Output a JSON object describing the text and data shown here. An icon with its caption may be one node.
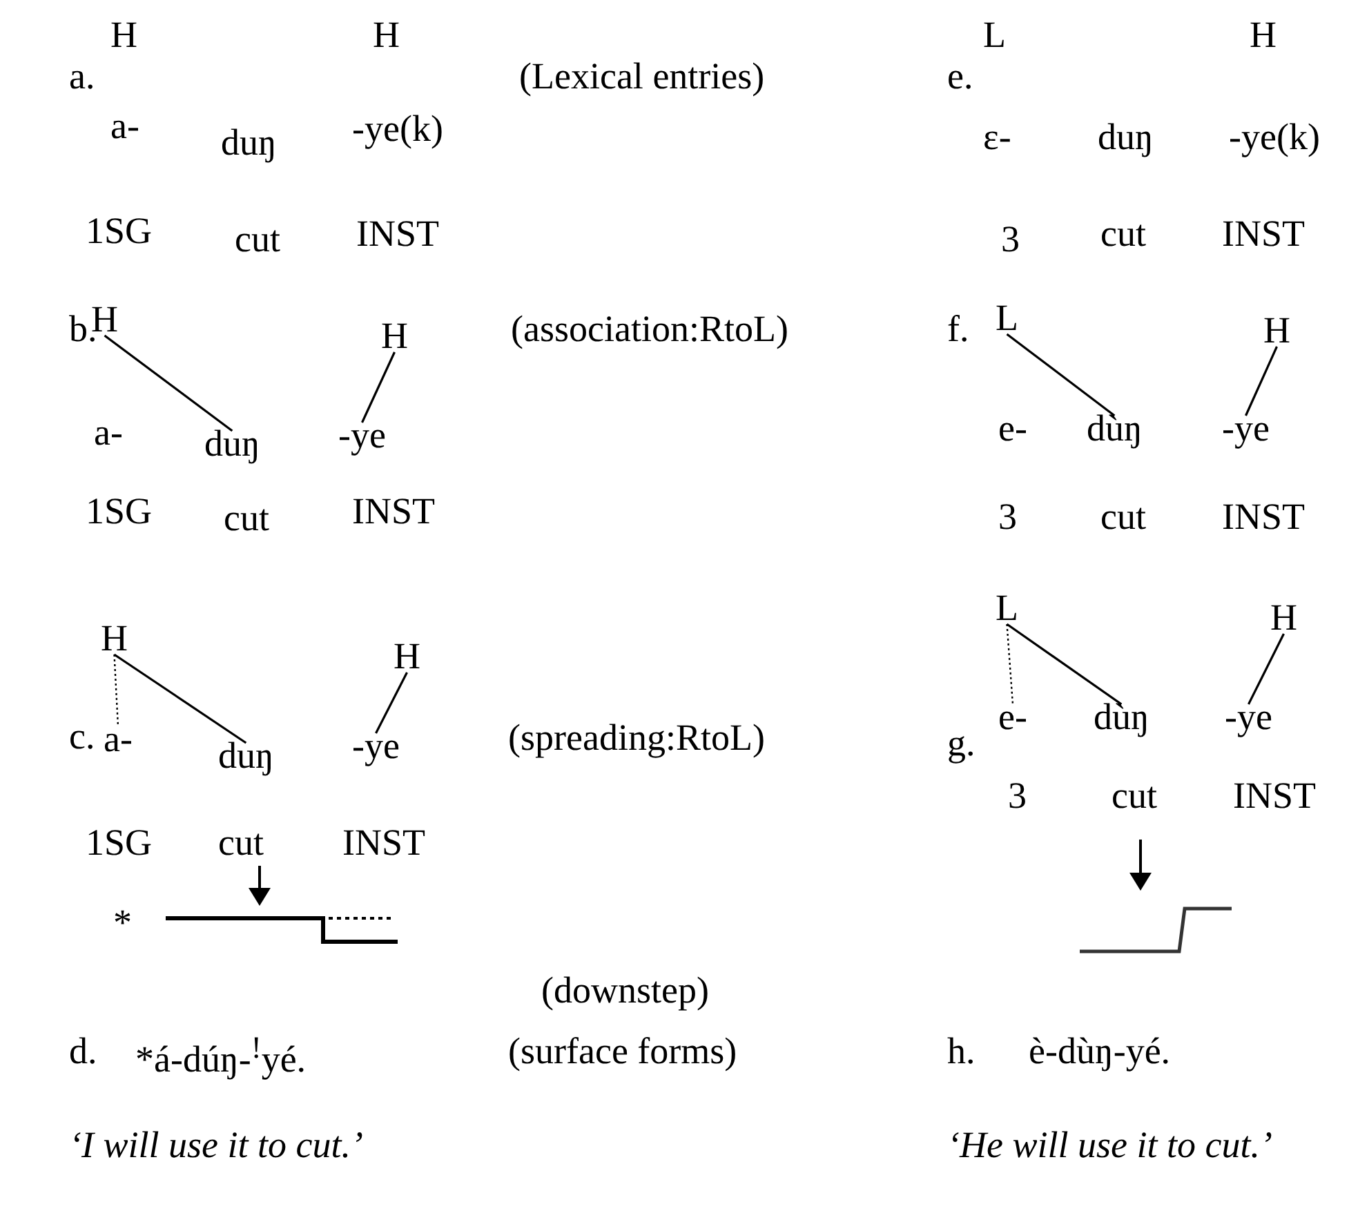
{
  "diagram": {
    "nodes": [
      {
        "text": [
          "H"
        ]
      },
      {
        "text": [
          "H"
        ]
      },
      {
        "text": [
          "duŋ"
        ]
      },
      {
        "text": [
          "-ye"
        ]
      },
      {
        "text": [
          "L"
        ]
      },
      {
        "text": [
          "H"
        ]
      },
      {
        "text": [
          "dùŋ"
        ]
      },
      {
        "text": [
          "-ye"
        ]
      },
      {
        "text": [
          "H"
        ]
      },
      {
        "text": [
          "H"
        ]
      },
      {
        "text": [
          "a-"
        ]
      },
      {
        "text": [
          "duŋ"
        ]
      },
      {
        "text": [
          "-ye"
        ]
      },
      {
        "text": [
          "L"
        ]
      },
      {
        "text": [
          "H"
        ]
      },
      {
        "text": [
          "e-"
        ]
      },
      {
        "text": [
          "dùŋ"
        ]
      },
      {
        "text": [
          "-ye"
        ]
      }
    ],
    "edges": [
      {
        "from": 0,
        "to": 2,
        "arrow": "none"
      },
      {
        "from": 1,
        "to": 3,
        "arrow": "none"
      },
      {
        "from": 4,
        "to": 6,
        "arrow": "none"
      },
      {
        "from": 5,
        "to": 7,
        "arrow": "none"
      },
      {
        "from": 8,
        "to": 10,
        "arrow": "none",
        "style": "dashed"
      },
      {
        "from": 8,
        "to": 11,
        "arrow": "none"
      },
      {
        "from": 9,
        "to": 12,
        "arrow": "none"
      },
      {
        "from": 13,
        "to": 15,
        "arrow": "none",
        "style": "dashed"
      },
      {
        "from": 13,
        "to": 16,
        "arrow": "none"
      },
      {
        "from": 14,
        "to": 17,
        "arrow": "none"
      }
    ],
    "labels": [
      "a.",
      "H",
      "H",
      "(Lexical entries)",
      "e.",
      "L",
      "H",
      "a-",
      "duŋ",
      "-ye(k)",
      "ɛ-",
      "duŋ",
      "-ye(k)",
      "1SG",
      "cut",
      "INST",
      "3",
      "cut",
      "INST",
      "b.",
      "(association:RtoL)",
      "f.",
      "a-",
      "e-",
      "1SG",
      "cut",
      "INST",
      "3",
      "cut",
      "INST",
      "c.",
      "(spreading:RtoL)",
      "g.",
      "1SG",
      "cut",
      "INST",
      "3",
      "cut",
      "INST",
      "*",
      "(downstep)",
      "d.",
      "*á-dúŋ-$^{!}$yé.",
      "(surface forms)",
      "h.",
      "è-dùŋ-yé.",
      "‘I will use it to cut.’",
      "‘He will use it to cut.’"
    ]
  }
}
